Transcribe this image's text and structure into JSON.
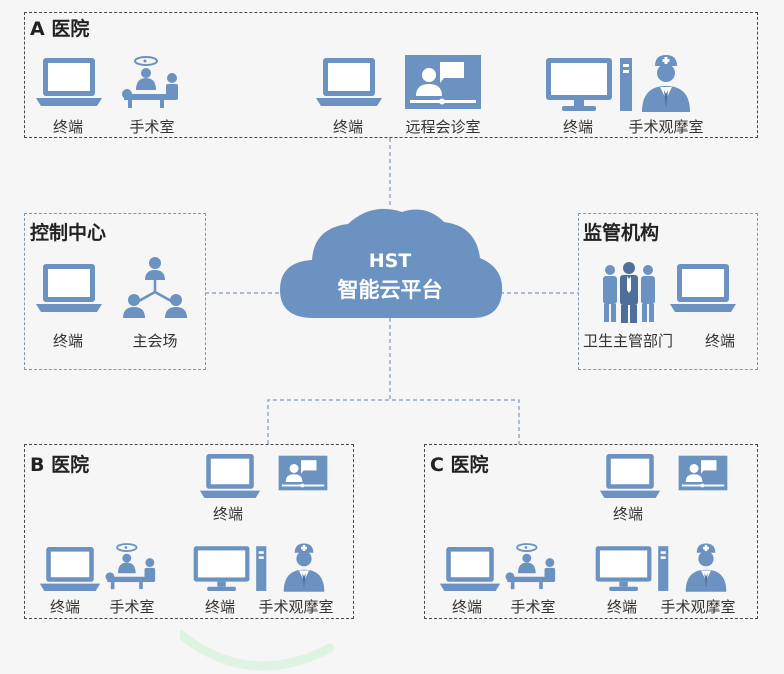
{
  "colors": {
    "icon": "#6b92c1",
    "icon_dark": "#4d6f9a",
    "frame": "#4a4a4a",
    "link": "#7f98b8"
  },
  "cloud": {
    "line1": "HST",
    "line2": "智能云平台"
  },
  "hospital_a": {
    "title": "A 医院",
    "items": [
      {
        "icon": "laptop-icon",
        "label": "终端"
      },
      {
        "icon": "operating-room-icon",
        "label": "手术室"
      },
      {
        "icon": "laptop-icon",
        "label": "终端"
      },
      {
        "icon": "video-consult-icon",
        "label": "远程会诊室"
      },
      {
        "icon": "desktop-icon",
        "label": "终端"
      },
      {
        "icon": "surgeon-icon",
        "label": "手术观摩室"
      }
    ]
  },
  "control_center": {
    "title": "控制中心",
    "items": [
      {
        "icon": "laptop-icon",
        "label": "终端"
      },
      {
        "icon": "network-people-icon",
        "label": "主会场"
      }
    ]
  },
  "supervision": {
    "title": "监管机构",
    "items": [
      {
        "icon": "officials-icon",
        "label": "卫生主管部门"
      },
      {
        "icon": "laptop-icon",
        "label": "终端"
      }
    ]
  },
  "hospital_b": {
    "title": "B 医院",
    "items": [
      {
        "icon": "laptop-icon",
        "label": "终端"
      },
      {
        "icon": "video-consult-icon",
        "label": ""
      },
      {
        "icon": "laptop-icon",
        "label": "终端"
      },
      {
        "icon": "operating-room-icon",
        "label": "手术室"
      },
      {
        "icon": "desktop-icon",
        "label": "终端"
      },
      {
        "icon": "surgeon-icon",
        "label": "手术观摩室"
      }
    ]
  },
  "hospital_c": {
    "title": "C 医院",
    "items": [
      {
        "icon": "laptop-icon",
        "label": "终端"
      },
      {
        "icon": "video-consult-icon",
        "label": ""
      },
      {
        "icon": "laptop-icon",
        "label": "终端"
      },
      {
        "icon": "operating-room-icon",
        "label": "手术室"
      },
      {
        "icon": "desktop-icon",
        "label": "终端"
      },
      {
        "icon": "surgeon-icon",
        "label": "手术观摩室"
      }
    ]
  }
}
